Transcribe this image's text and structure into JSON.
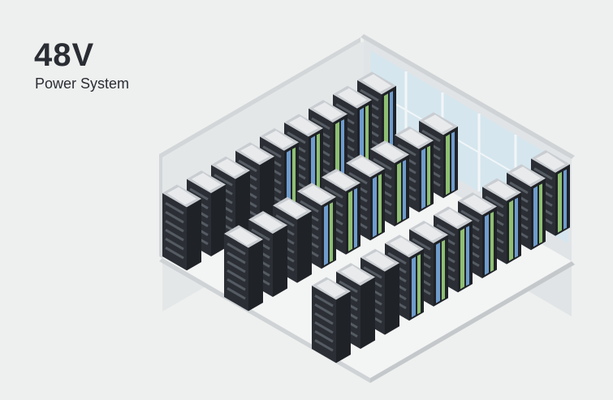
{
  "header": {
    "title": "48V",
    "subtitle": "Power System"
  },
  "illustration": {
    "subject": "isometric-data-center-room",
    "colors": {
      "background": "#eef0ef",
      "wall": "#e4e7e8",
      "wall_top": "#d2d6d8",
      "floor": "#f3f4f4",
      "rack_dark": "#2b2f35",
      "rack_side": "#1f2227",
      "rack_top": "#c9cdd1",
      "tile_top": "#e8eaec",
      "window_glass": "#d5e6ee",
      "blue_led": "#6f9ccc",
      "green_led": "#8fbf73"
    }
  }
}
